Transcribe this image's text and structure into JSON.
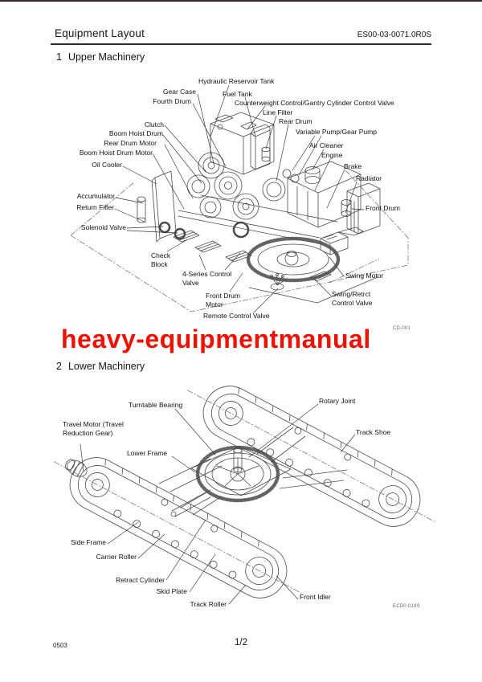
{
  "header": {
    "title": "Equipment Layout",
    "doc_number": "ES00-03-0071.0R0S"
  },
  "sections": {
    "upper": {
      "number": "1",
      "title": "Upper Machinery",
      "figure_code": "CD-001",
      "labels": [
        "Hydraulic Reservoir Tank",
        "Gear Case",
        "Fuel Tank",
        "Fourth Drum",
        "Counterweight Control/Gantry Cylinder Control Valve",
        "Line Filter",
        "Rear Drum",
        "Clutch",
        "Boom Hoist Drum",
        "Variable Pump/Gear Pump",
        "Rear Drum Motor",
        "Boom Hoist Drum Motor",
        "Air Cleaner",
        "Engine",
        "Oil Cooler",
        "Brake",
        "Radiator",
        "Accumulator",
        "Return Filter",
        "Front Drum",
        "Solenoid Valve",
        "Check Block",
        "4-Series Control Valve",
        "Swing Motor",
        "Front Drum Motor",
        "Swing/Retrct Control Valve",
        "Remote Control Valve"
      ]
    },
    "lower": {
      "number": "2",
      "title": "Lower Machinery",
      "figure_code": "ECD0-019S",
      "labels": [
        "Turntable Bearing",
        "Rotary Joint",
        "Track Shoe",
        "Travel Motor (Travel Reduction Gear)",
        "Lower Frame",
        "Side Frame",
        "Carrier Roller",
        "Retract Cylinder",
        "Skid Plate",
        "Track Roller",
        "Front Idler"
      ]
    }
  },
  "watermark": {
    "text": "heavy-equipmentmanual",
    "color": "#ee1100"
  },
  "footer": {
    "revision_code": "0503",
    "page_number": "1/2"
  }
}
